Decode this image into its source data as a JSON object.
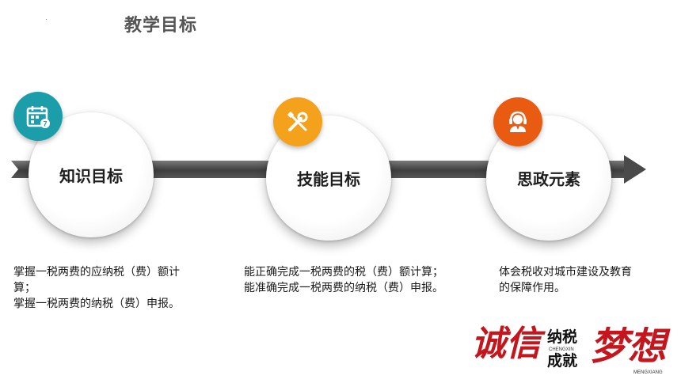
{
  "page": {
    "title": "教学目标"
  },
  "goals": [
    {
      "title": "知识目标",
      "icon": "calendar-icon",
      "color": "#1b9eaa",
      "lines": [
        "掌握一税两费的应纳税（费）额计",
        "算；",
        "掌握一税两费的纳税（费）申报。"
      ]
    },
    {
      "title": "技能目标",
      "icon": "tools-icon",
      "color": "#f4a11c",
      "lines": [
        "能正确完成一税两费的税（费）额计算；",
        "能准确完成一税两费的纳税（费）申报。"
      ]
    },
    {
      "title": "思政元素",
      "icon": "support-agent-icon",
      "color": "#ea5b12",
      "lines": [
        "体会税收对城市建设及教育",
        "的保障作用。"
      ]
    }
  ],
  "logo": {
    "left_big": "诚信",
    "middle_top": "纳税",
    "middle_pinyin": "CHENGXIN",
    "middle_bottom": "成就",
    "right_big": "梦想",
    "right_pinyin": "MENGXIANG",
    "brush_color": "#c4161c"
  }
}
